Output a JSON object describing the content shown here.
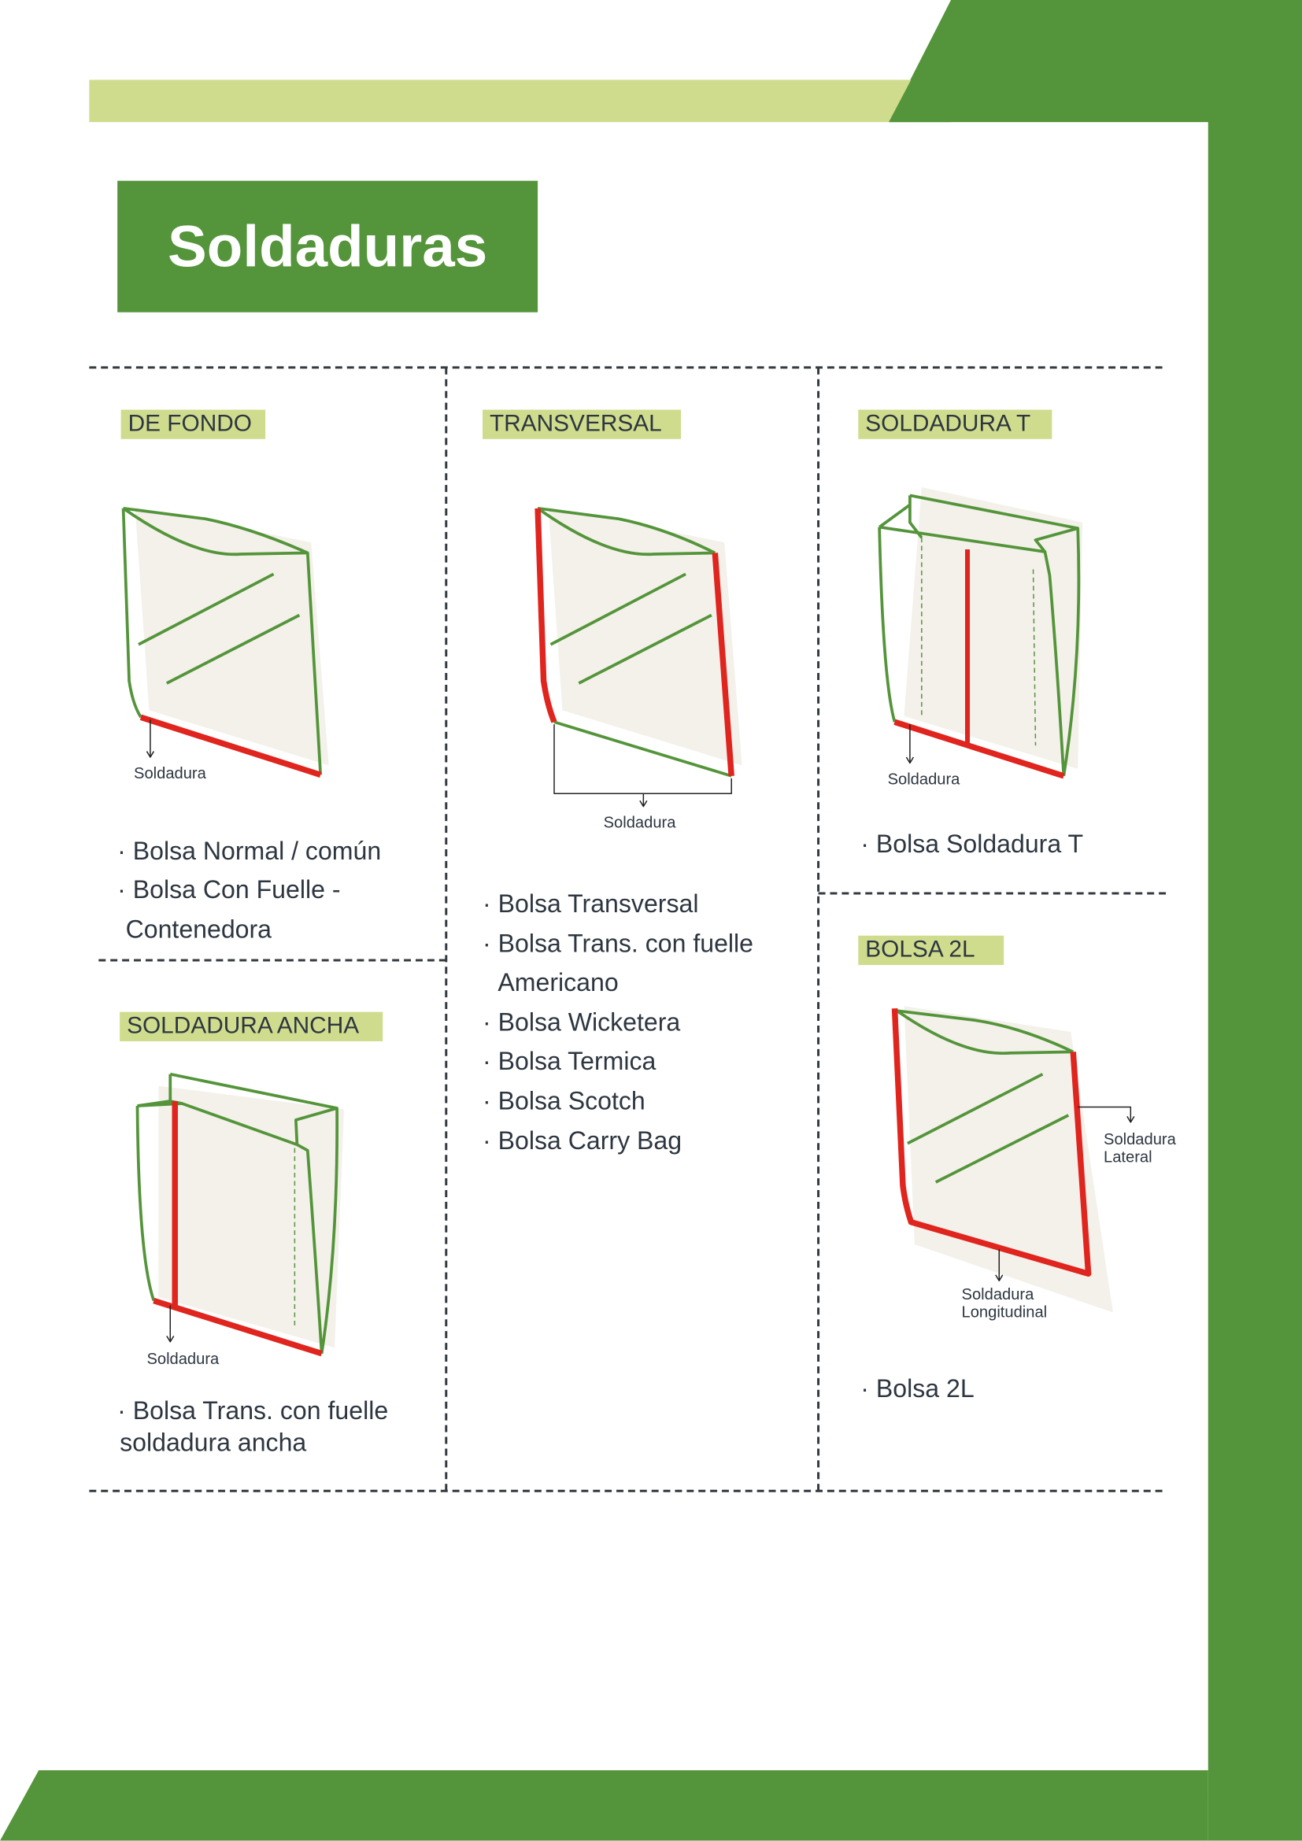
{
  "colors": {
    "dark_green": "#54943a",
    "light_green": "#d0dc8d",
    "weld_red": "#e0241e",
    "bag_fill": "#f3f1ea",
    "text": "#2d3640"
  },
  "title": "Soldaduras",
  "sections": {
    "de_fondo": {
      "label": "DE FONDO",
      "caption": "Soldadura",
      "items": [
        "· Bolsa Normal / común",
        "· Bolsa Con Fuelle -",
        "Contenedora"
      ]
    },
    "transversal": {
      "label": "TRANSVERSAL",
      "caption": "Soldadura",
      "items": [
        "· Bolsa Transversal",
        "· Bolsa Trans. con fuelle",
        "Americano",
        "· Bolsa Wicketera",
        "· Bolsa Termica",
        "· Bolsa Scotch",
        "· Bolsa Carry Bag"
      ]
    },
    "soldadura_t": {
      "label": "SOLDADURA T",
      "caption": "Soldadura",
      "items": [
        "· Bolsa Soldadura T"
      ]
    },
    "soldadura_ancha": {
      "label": "SOLDADURA ANCHA",
      "caption": "Soldadura",
      "items": [
        "· Bolsa Trans. con fuelle",
        "soldadura ancha"
      ]
    },
    "bolsa_2l": {
      "label": "BOLSA 2L",
      "caption_lateral": [
        "Soldadura",
        "Lateral"
      ],
      "caption_longitudinal": [
        "Soldadura",
        "Longitudinal"
      ],
      "items": [
        "· Bolsa 2L"
      ]
    }
  }
}
